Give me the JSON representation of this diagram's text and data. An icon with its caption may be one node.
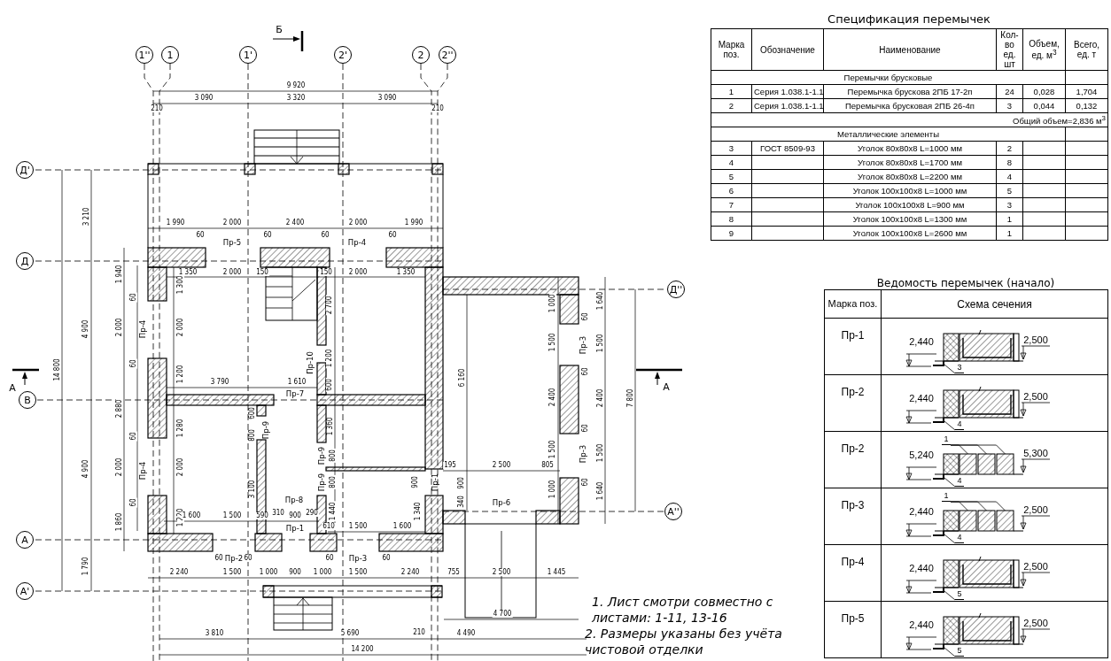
{
  "diagram": {
    "nodes": [
      {
        "text": [],
        "shape": "bar"
      },
      {
        "text": [
          "3"
        ]
      },
      {
        "text": [],
        "shape": "bar"
      },
      {
        "text": [
          "4"
        ]
      },
      {
        "text": [
          "1"
        ]
      },
      {
        "text": [],
        "shape": "box"
      },
      {
        "text": [],
        "shape": "box"
      },
      {
        "text": [],
        "shape": "box"
      },
      {
        "text": [],
        "shape": "bar"
      },
      {
        "text": [
          "4"
        ]
      },
      {
        "text": [
          "1"
        ]
      },
      {
        "text": [],
        "shape": "box"
      },
      {
        "text": [],
        "shape": "box"
      },
      {
        "text": [],
        "shape": "box"
      },
      {
        "text": [],
        "shape": "bar"
      },
      {
        "text": [
          "4"
        ]
      },
      {
        "text": [],
        "shape": "bar"
      },
      {
        "text": [
          "5"
        ]
      },
      {
        "text": [],
        "shape": "bar"
      },
      {
        "text": [
          "5"
        ]
      }
    ],
    "edges": [
      {
        "from": 1,
        "to": 0,
        "arrow": "none"
      },
      {
        "from": 3,
        "to": 2,
        "arrow": "none"
      },
      {
        "from": 4,
        "to": 5,
        "arrow": "none"
      },
      {
        "from": 4,
        "to": 6,
        "arrow": "none"
      },
      {
        "from": 4,
        "to": 7,
        "arrow": "none"
      },
      {
        "from": 9,
        "to": 8,
        "arrow": "none"
      },
      {
        "from": 10,
        "to": 11,
        "arrow": "none"
      },
      {
        "from": 10,
        "to": 12,
        "arrow": "none"
      },
      {
        "from": 10,
        "to": 13,
        "arrow": "none"
      },
      {
        "from": 15,
        "to": 14,
        "arrow": "none"
      },
      {
        "from": 17,
        "to": 16,
        "arrow": "none"
      },
      {
        "from": 19,
        "to": 18,
        "arrow": "none"
      }
    ],
    "labels": [
      "Б",
      "1''",
      "1",
      "1'",
      "2'",
      "2",
      "2''",
      "9 920",
      "210",
      "3 090",
      "3 320",
      "3 090",
      "210",
      "Д'",
      "3 210",
      "1 990",
      "2 000",
      "2 400",
      "2 000",
      "1 990",
      "60",
      "60",
      "60",
      "60",
      "Пр-5",
      "Пр-4",
      "Д",
      "1 940",
      "1 350",
      "2 000",
      "150",
      "150",
      "2 000",
      "1 350",
      "60",
      "1 300",
      "2 700",
      "1 000",
      "60",
      "1 640",
      "Д''",
      "4 900",
      "2 000",
      "Пр-4",
      "2 000",
      "1 500",
      "Пр-3",
      "1 500",
      "Пр-10",
      "1 200",
      "60",
      "14 800",
      "А",
      "А",
      "1 200",
      "6 160",
      "3 790",
      "1 610",
      "600",
      "Пр-7",
      "60",
      "2 400",
      "2 400",
      "7 800",
      "В",
      "2 880",
      "600",
      "1 280",
      "1 360",
      "60",
      "800",
      "Пр-9",
      "60",
      "Пр-9",
      "800",
      "1 500",
      "Пр-3",
      "1 500",
      "195",
      "2 500",
      "805",
      "4 900",
      "2 000",
      "Пр-4",
      "2 000",
      "Пр-9",
      "800",
      "900",
      "Пр-1",
      "900",
      "60",
      "3 100",
      "1 000",
      "1 640",
      "60",
      "Пр-8",
      "340",
      "Пр-6",
      "А''",
      "1 220",
      "1 440",
      "1 340",
      "1 600",
      "1 500",
      "590",
      "310",
      "900",
      "290",
      "1 860",
      "Пр-1",
      "610",
      "1 500",
      "1 600",
      "А",
      "60",
      "Пр-2",
      "60",
      "60",
      "Пр-3",
      "60",
      "1 790",
      "2 240",
      "1 500",
      "1 000",
      "900",
      "1 000",
      "1 500",
      "2 240",
      "755",
      "2 500",
      "1 445",
      "А'",
      "4 700",
      "3 810",
      "5 690",
      "210",
      "4 490",
      "14 200",
      "Спецификация перемычек",
      "Марка поз.",
      "Обозначение",
      "Наименование",
      "Кол-во ед. шт",
      "Объем, ед. м$^{3}$",
      "Всего, ед. т",
      "Перемычки брусковые",
      "1",
      "Серия 1.038.1-1.1",
      "Перемычка брускова 2ПБ 17-2п",
      "24",
      "0,028",
      "1,704",
      "2",
      "Серия 1.038.1-1.1",
      "Перемычка брусковая 2ПБ 26-4п",
      "3",
      "0,044",
      "0,132",
      "Общий объем=2,836 м$^{3}$",
      "Металлические элементы",
      "3",
      "ГОСТ 8509-93",
      "Уголок 80x80x8 L=1000 мм",
      "2",
      "4",
      "Уголок 80x80x8 L=1700 мм",
      "8",
      "5",
      "Уголок 80x80x8 L=2200 мм",
      "4",
      "6",
      "Уголок 100x100x8 L=1000 мм",
      "5",
      "7",
      "Уголок 100x100x8 L=900 мм",
      "3",
      "8",
      "Уголок 100x100x8 L=1300 мм",
      "1",
      "9",
      "Уголок 100x100x8 L=2600 мм",
      "1",
      "Ведомость перемычек (начало)",
      "Марка поз.",
      "Схема сечения",
      "Пр-1",
      "2,440",
      "2,500",
      "Пр-2",
      "2,440",
      "2,500",
      "Пр-2",
      "5,240",
      "5,300",
      "Пр-3",
      "2,440",
      "2,500",
      "Пр-4",
      "2,440",
      "2,500",
      "Пр-5",
      "2,440",
      "2,500",
      "1.  Лист смотри совместно с листами: 1-11, 13-16",
      "2. Размеры указаны без учёта чистовой отделки"
    ]
  }
}
